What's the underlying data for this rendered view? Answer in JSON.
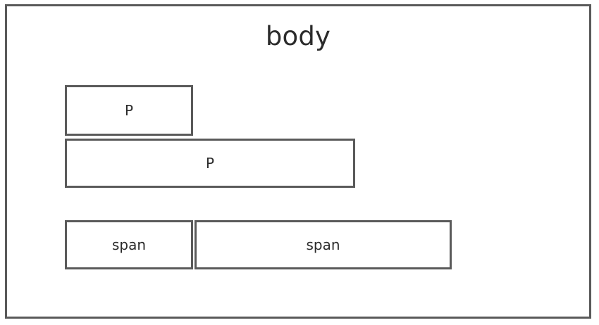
{
  "diagram": {
    "container": {
      "label": "body",
      "border_color": "#5a5a5a",
      "background_color": "#ffffff"
    },
    "text_color": "#2b2b2b",
    "boxes": [
      {
        "id": "p-box-1",
        "label": "P",
        "display": "block",
        "row": 1
      },
      {
        "id": "p-box-2",
        "label": "P",
        "display": "block",
        "row": 2
      },
      {
        "id": "span-box-1",
        "label": "span",
        "display": "inline",
        "row": 3
      },
      {
        "id": "span-box-2",
        "label": "span",
        "display": "inline",
        "row": 3
      }
    ]
  }
}
